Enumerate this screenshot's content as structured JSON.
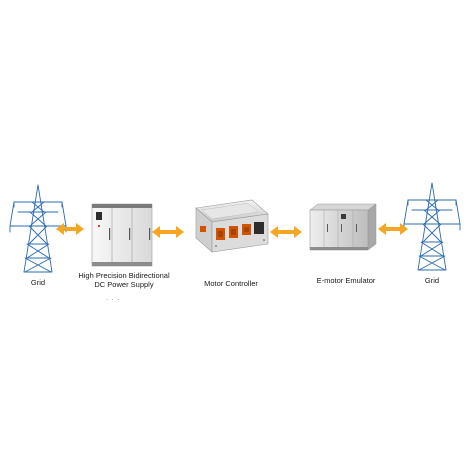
{
  "labels": {
    "grid_left": "Grid",
    "power_supply_line1": "High Precision Bidirectional",
    "power_supply_line2": "DC Power Supply",
    "motor_controller": "Motor Controller",
    "emotor_emulator": "E-motor Emulator",
    "grid_right": "Grid"
  },
  "icons": {
    "tower": "transmission-tower-icon",
    "cabinet": "power-supply-cabinet-icon",
    "controller": "motor-controller-icon",
    "emulator": "emulator-cabinet-icon",
    "arrow": "double-arrow-icon"
  },
  "colors": {
    "arrow": "#f5a623",
    "tower_line": "#2b6cb0",
    "cabinet_body": "#ececec",
    "cabinet_shade": "#c8c8c8",
    "connector": "#d35400"
  }
}
